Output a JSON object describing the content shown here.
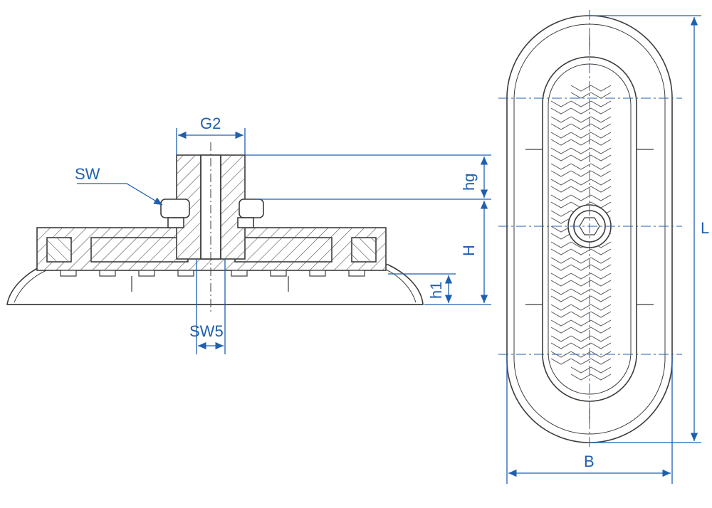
{
  "labels": {
    "g2": "G2",
    "sw": "SW",
    "hg": "hg",
    "h": "H",
    "h1": "h1",
    "sw5": "SW5",
    "l": "L",
    "b": "B"
  },
  "colors": {
    "line": "#3c3c3c",
    "dimension": "#1f5fb0",
    "hatch": "#555555",
    "fill": "#ffffff"
  }
}
